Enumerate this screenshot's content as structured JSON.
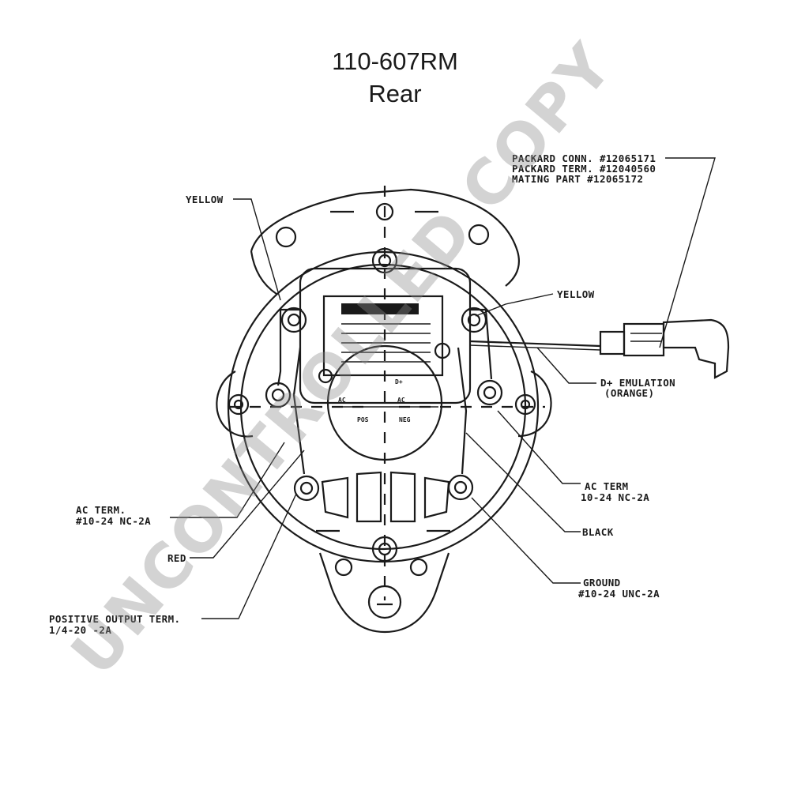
{
  "header": {
    "part_number": "110-607RM",
    "view": "Rear"
  },
  "labels": {
    "yellow_left": "YELLOW",
    "packard_conn": "PACKARD CONN. #12065171",
    "packard_term": "PACKARD TERM. #12040560",
    "mating_part": "MATING PART #12065172",
    "yellow_right": "YELLOW",
    "d_emulation": "D+ EMULATION",
    "d_emulation_color": "(ORANGE)",
    "ac_term_right": "AC TERM",
    "ac_term_right_spec": "10-24 NC-2A",
    "black": "BLACK",
    "ground": "GROUND",
    "ground_spec": "#10-24 UNC-2A",
    "ac_term_left": "AC TERM.",
    "ac_term_left_spec": "#10-24 NC-2A",
    "red": "RED",
    "positive_output": "POSITIVE OUTPUT TERM.",
    "positive_output_spec": "1/4-20 -2A"
  },
  "regulator_marks": {
    "d_plus": "D+",
    "ac_left": "AC",
    "ac_right": "AC",
    "pos": "POS",
    "neg": "NEG"
  },
  "watermark": {
    "text": "UNCONTROLLED COPY",
    "color": "#8c8c8c"
  }
}
